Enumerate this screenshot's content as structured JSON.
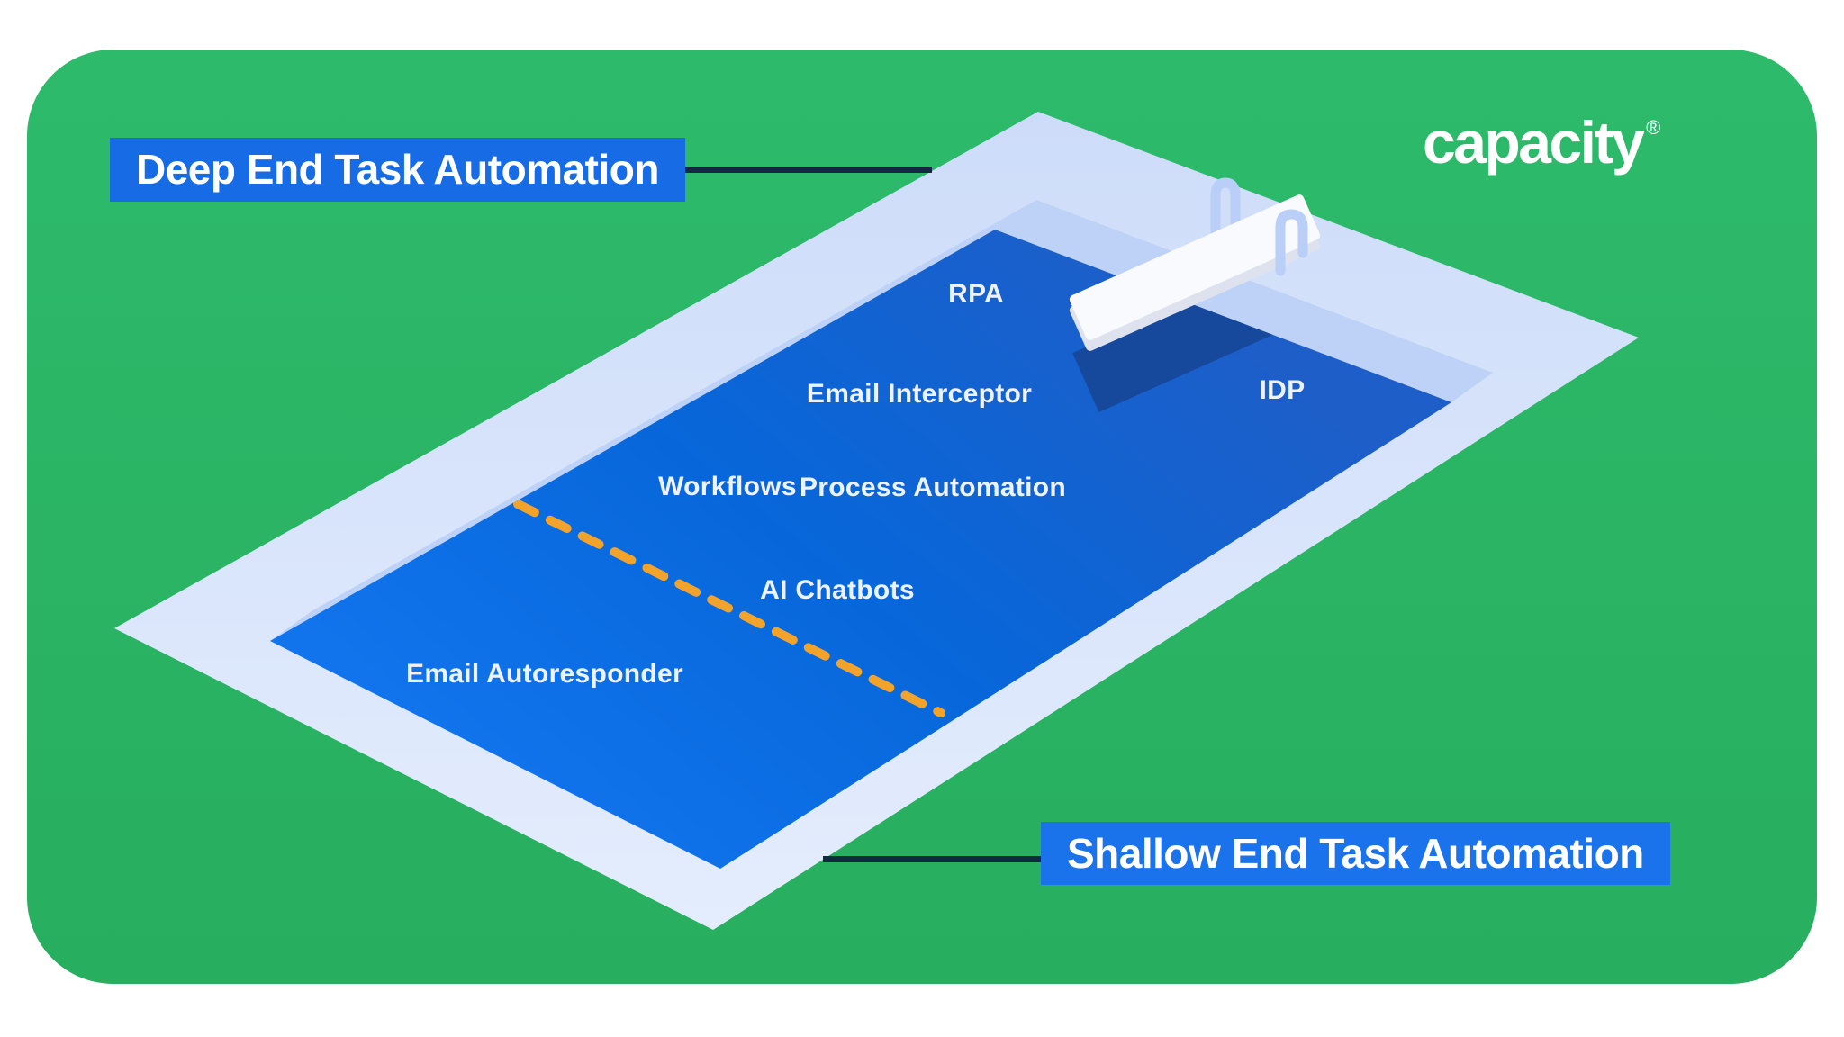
{
  "header": {
    "logo_text": "capacity",
    "registered_mark": "®"
  },
  "callouts": {
    "deep": "Deep End Task Automation",
    "shallow": "Shallow End Task Automation"
  },
  "pool": {
    "labels": [
      {
        "id": "rpa",
        "text": "RPA"
      },
      {
        "id": "interceptor",
        "text": "Email Interceptor"
      },
      {
        "id": "idp",
        "text": "IDP"
      },
      {
        "id": "workflows",
        "text": "Workflows"
      },
      {
        "id": "process",
        "text": "Process Automation"
      },
      {
        "id": "chatbots",
        "text": "AI Chatbots"
      },
      {
        "id": "autoresponder",
        "text": "Email Autoresponder"
      }
    ]
  },
  "colors": {
    "page_margin": "#ffffff",
    "background_green": "#2ab765",
    "deck_light": "#dde8fa",
    "pool_inner_wall": "#bdd2f6",
    "water_deep_end": "#1e5ec8",
    "water_shallow_end": "#0f71e8",
    "callout_banner_blue": "#176be4",
    "connector_navy": "#112a42",
    "divider_dash_orange": "#f2a32b",
    "diving_board_white": "#f8fafd",
    "board_shadow_blue": "#16489c",
    "handrail_blue": "#b9cff7",
    "label_text": "#edf3fe"
  }
}
